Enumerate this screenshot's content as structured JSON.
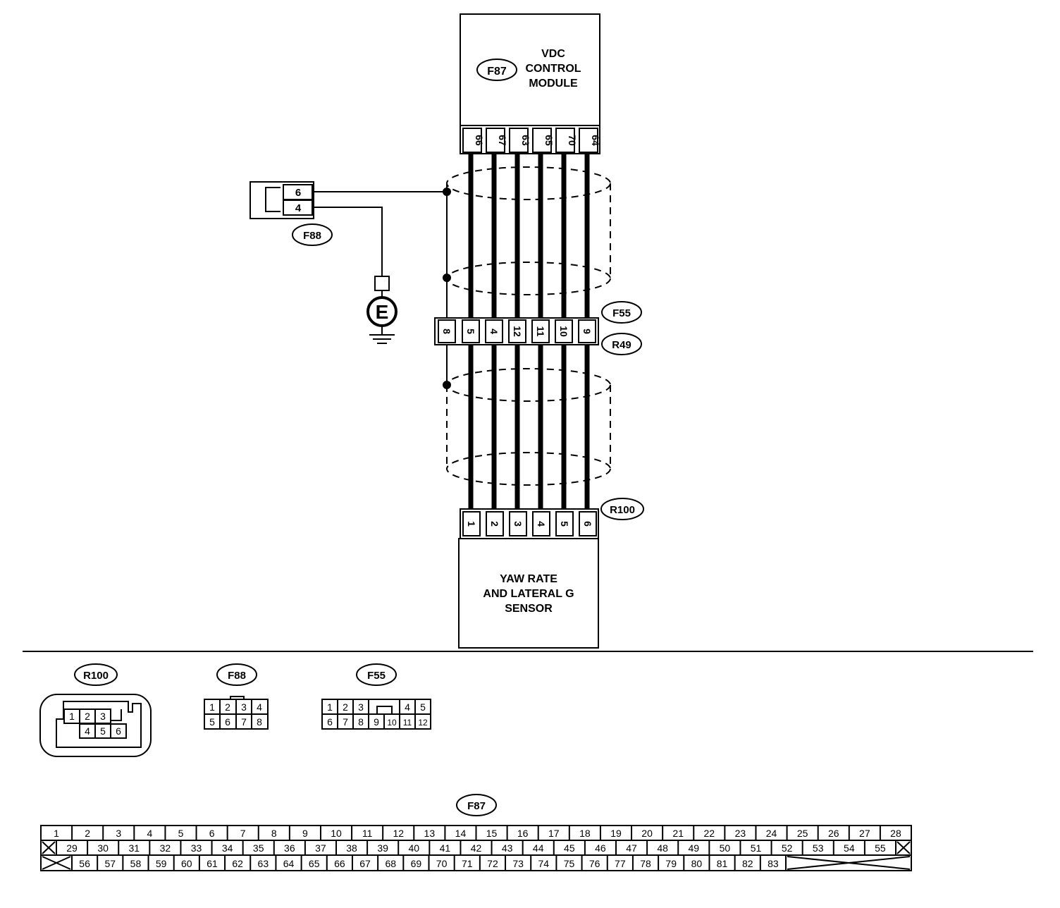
{
  "modules": {
    "vdc": {
      "connector": "F87",
      "lines": [
        "VDC",
        "CONTROL",
        "MODULE"
      ],
      "pins": [
        "66",
        "67",
        "63",
        "65",
        "70",
        "64"
      ]
    },
    "yaw": {
      "connector": "R100",
      "lines": [
        "YAW RATE",
        "AND LATERAL G",
        "SENSOR"
      ],
      "pins": [
        "1",
        "2",
        "3",
        "4",
        "5",
        "6"
      ]
    }
  },
  "ground_connector": {
    "id": "F88",
    "pins": [
      "6",
      "4"
    ]
  },
  "ground_symbol": "E",
  "joint_connector": {
    "top_id": "F55",
    "bottom_id": "R49",
    "pins": [
      "8",
      "5",
      "4",
      "12",
      "11",
      "10",
      "9"
    ]
  },
  "connector_views": {
    "r100": {
      "title": "R100",
      "row1": [
        "1",
        "2",
        "3"
      ],
      "row2": [
        "4",
        "5",
        "6"
      ]
    },
    "f88": {
      "title": "F88",
      "row1": [
        "1",
        "2",
        "3",
        "4"
      ],
      "row2": [
        "5",
        "6",
        "7",
        "8"
      ]
    },
    "f55": {
      "title": "F55",
      "row1": [
        "1",
        "2",
        "3",
        "4",
        "5"
      ],
      "row2": [
        "6",
        "7",
        "8",
        "9",
        "10",
        "11",
        "12"
      ]
    },
    "f87": {
      "title": "F87",
      "row1": [
        "1",
        "2",
        "3",
        "4",
        "5",
        "6",
        "7",
        "8",
        "9",
        "10",
        "11",
        "12",
        "13",
        "14",
        "15",
        "16",
        "17",
        "18",
        "19",
        "20",
        "21",
        "22",
        "23",
        "24",
        "25",
        "26",
        "27",
        "28"
      ],
      "row2": [
        "29",
        "30",
        "31",
        "32",
        "33",
        "34",
        "35",
        "36",
        "37",
        "38",
        "39",
        "40",
        "41",
        "42",
        "43",
        "44",
        "45",
        "46",
        "47",
        "48",
        "49",
        "50",
        "51",
        "52",
        "53",
        "54",
        "55"
      ],
      "row3": [
        "56",
        "57",
        "58",
        "59",
        "60",
        "61",
        "62",
        "63",
        "64",
        "65",
        "66",
        "67",
        "68",
        "69",
        "70",
        "71",
        "72",
        "73",
        "74",
        "75",
        "76",
        "77",
        "78",
        "79",
        "80",
        "81",
        "82",
        "83"
      ]
    }
  }
}
